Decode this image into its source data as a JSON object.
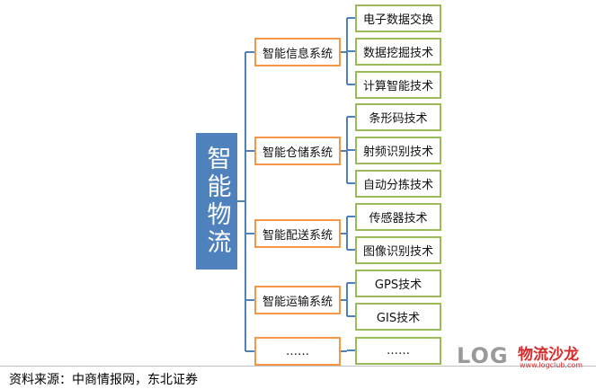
{
  "root": {
    "label": "智能物流"
  },
  "systems": [
    {
      "label": "智能信息系统",
      "techs": [
        "电子数据交换",
        "数据挖掘技术",
        "计算智能技术"
      ]
    },
    {
      "label": "智能仓储系统",
      "techs": [
        "条形码技术",
        "射频识别技术",
        "自动分拣技术"
      ]
    },
    {
      "label": "智能配送系统",
      "techs": [
        "传感器技术",
        "图像识别技术"
      ]
    },
    {
      "label": "智能运输系统",
      "techs": [
        "GPS技术",
        "GIS技术"
      ]
    },
    {
      "label": "……",
      "techs": [
        "……"
      ]
    }
  ],
  "source": "资料来源：中商情报网，东北证券",
  "watermark": {
    "brand": "LOG",
    "cn": "物流沙龙",
    "url": "www.logclub.com"
  },
  "colors": {
    "root": "#4f81bd",
    "system_border": "#f79646",
    "tech_border": "#9bbb59",
    "connector": "#4f81bd"
  }
}
